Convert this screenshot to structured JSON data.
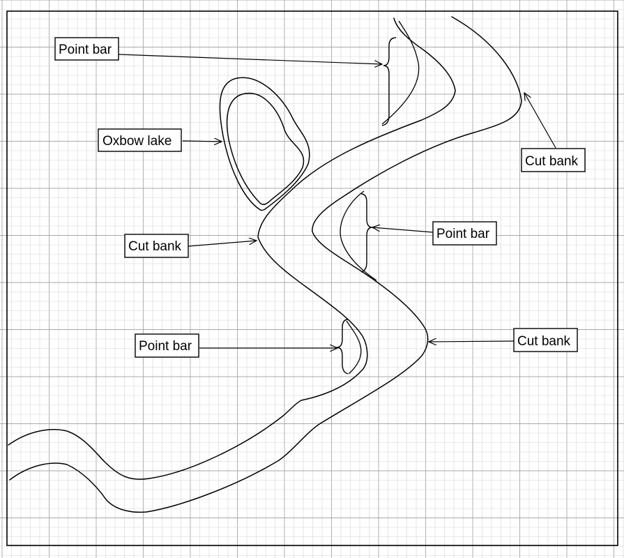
{
  "labels": {
    "point_bar_top": "Point bar",
    "oxbow_lake": "Oxbow lake",
    "cut_bank_top_right": "Cut bank",
    "cut_bank_left": "Cut bank",
    "point_bar_middle": "Point bar",
    "point_bar_bottom": "Point bar",
    "cut_bank_bottom_right": "Cut bank"
  }
}
